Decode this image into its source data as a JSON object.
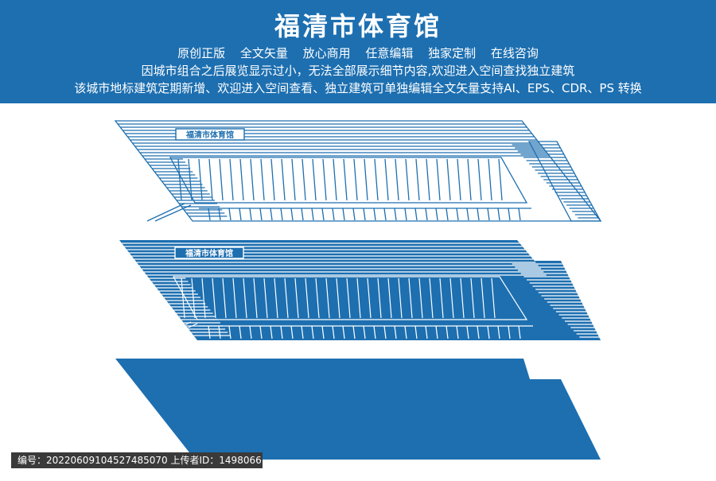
{
  "header": {
    "title": "福清市体育馆",
    "line1": "原创正版 全文矢量 放心商用 任意编辑 独家定制 在线咨询",
    "line2": "因城市组合之后展览显示过小，无法全部展示细节内容,欢迎进入空间查找独立建筑",
    "line3": "该城市地标建筑定期新增、欢迎进入空间查看、独立建筑可单独编辑全文矢量支持AI、EPS、CDR、PS 转换"
  },
  "building": {
    "sign_top": "福清市体育馆",
    "sign_middle": "福清市体育馆"
  },
  "footer": {
    "id_text": "编号：20220609104527485070 上传者ID：1498066"
  },
  "colors": {
    "brand": "#1d6fb0",
    "background": "#ffffff"
  }
}
